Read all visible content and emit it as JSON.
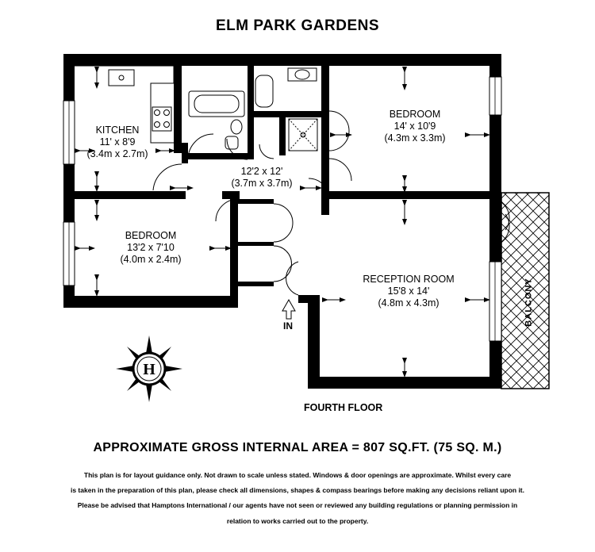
{
  "title": "ELM PARK GARDENS",
  "rooms": {
    "kitchen": {
      "name": "KITCHEN",
      "imperial": "11' x 8'9",
      "metric": "(3.4m x 2.7m)"
    },
    "bedroom1": {
      "name": "BEDROOM",
      "imperial": "14' x 10'9",
      "metric": "(4.3m x 3.3m)"
    },
    "hall": {
      "imperial": "12'2 x 12'",
      "metric": "(3.7m x 3.7m)"
    },
    "bedroom2": {
      "name": "BEDROOM",
      "imperial": "13'2 x 7'10",
      "metric": "(4.0m x 2.4m)"
    },
    "reception": {
      "name": "RECEPTION ROOM",
      "imperial": "15'8 x 14'",
      "metric": "(4.8m x 4.3m)"
    }
  },
  "balcony_label": "BALCONY",
  "entrance_label": "IN",
  "compass_letter": "H",
  "floor_label": "FOURTH FLOOR",
  "area_text": "APPROXIMATE GROSS INTERNAL AREA = 807 SQ.FT. (75 SQ. M.)",
  "disclaimer": [
    "This plan is for layout guidance only. Not drawn to scale unless stated. Windows & door openings are approximate. Whilst every care",
    "is taken in the preparation of this plan, please check all dimensions, shapes & compass bearings before making any decisions reliant upon it.",
    "Please be advised that Hamptons International / our agents have not seen or reviewed any building regulations or planning permission in",
    "relation to works carried out to the property."
  ]
}
